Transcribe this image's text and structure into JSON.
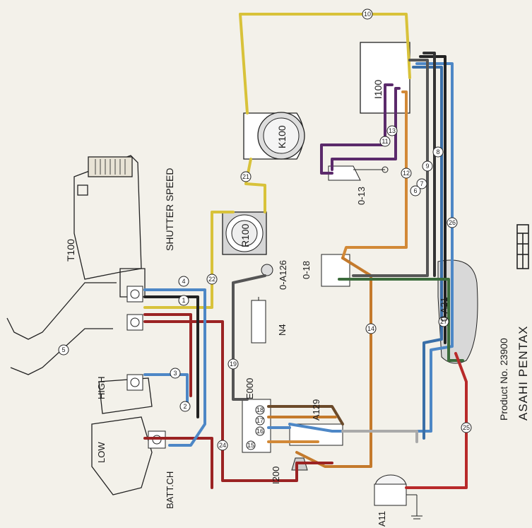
{
  "diagram": {
    "labels": {
      "shutter_speed": "SHUTTER SPEED",
      "t100": "T100",
      "high": "HIGH",
      "low": "LOW",
      "batt_ch": "BATT.CH",
      "i100": "I100",
      "k100": "K100",
      "r100": "R100",
      "o13": "0-13",
      "o18": "0-18",
      "oa126": "0-A126",
      "n4": "N4",
      "e000": "E000",
      "a129": "A129",
      "i200": "I200",
      "a11": "A11",
      "oa21": "0-A21"
    },
    "footer": {
      "product": "Product No. 23900",
      "brand": "ASAHI PENTAX",
      "model": "MЕ"
    },
    "wire_numbers": [
      "10",
      "11",
      "12",
      "13",
      "21",
      "22",
      "24",
      "25",
      "26",
      "27",
      "4",
      "5",
      "6",
      "7",
      "8",
      "9",
      "14",
      "15",
      "16",
      "17",
      "18",
      "19",
      "1",
      "2",
      "3",
      "4",
      "5",
      "6"
    ]
  }
}
